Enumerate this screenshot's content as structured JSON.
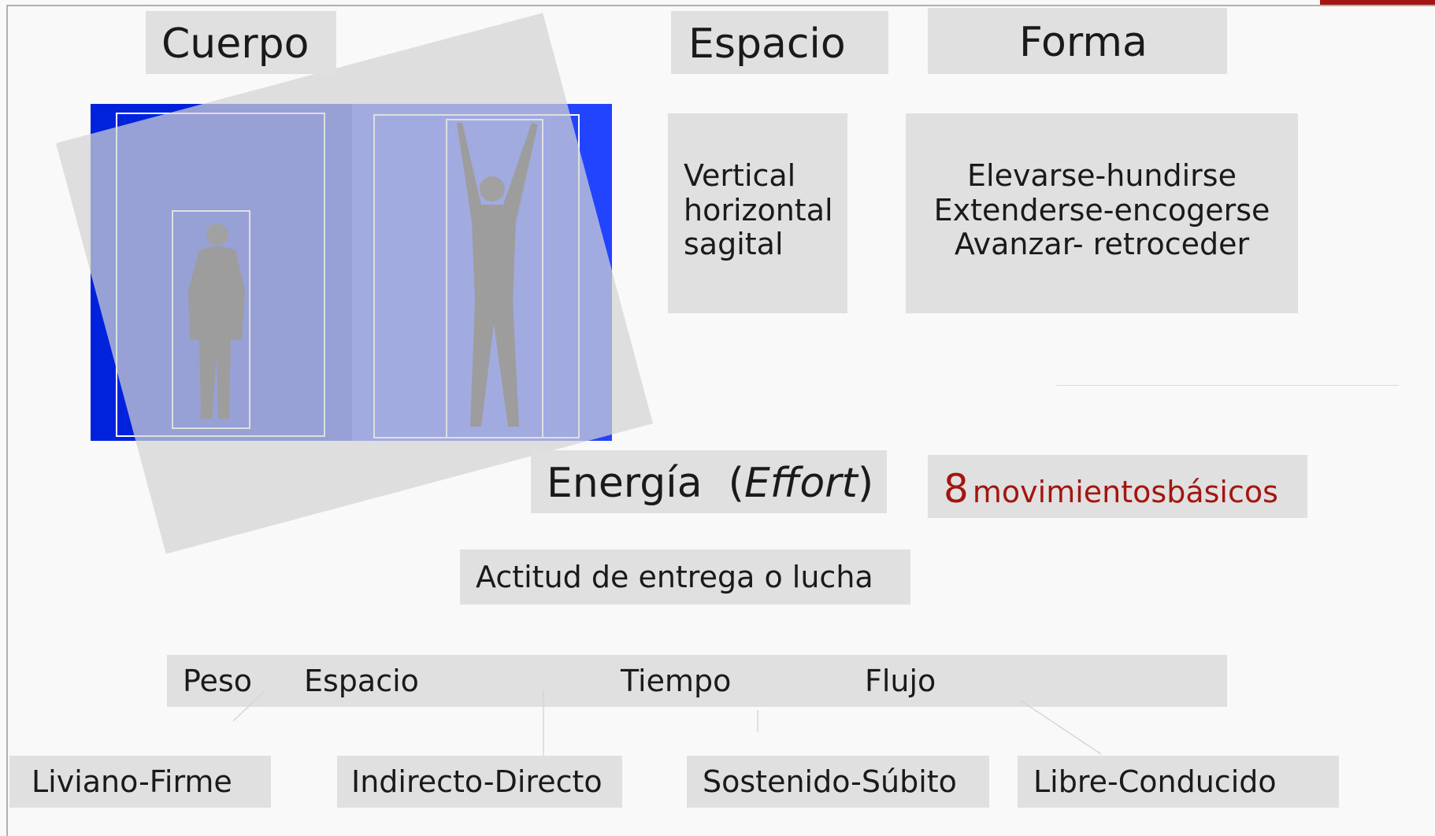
{
  "colors": {
    "accent": "#a3150f",
    "box_bg": "#e0e0e0",
    "photo_blue": "#2244ff"
  },
  "headings": {
    "cuerpo": "Cuerpo",
    "espacio": "Espacio",
    "forma": "Forma"
  },
  "espacio_box": {
    "lines": [
      "Vertical",
      "horizontal",
      "sagital"
    ]
  },
  "forma_box": {
    "lines": [
      "Elevarse-hundirse",
      "Extenderse-encogerse",
      "Avanzar- retroceder"
    ]
  },
  "energia": {
    "label": "Energía",
    "effort": "Effort",
    "open_paren": "(",
    "close_paren": ")"
  },
  "movimientos": {
    "number": "8",
    "text": "movimientosbásicos"
  },
  "actitud": "Actitud de entrega o lucha",
  "factors": {
    "peso": "Peso",
    "espacio": "Espacio",
    "tiempo": "Tiempo",
    "flujo": "Flujo"
  },
  "qualities": {
    "liviano": "Liviano-Firme",
    "indirecto": "Indirecto-Directo",
    "sostenido": "Sostenido-Súbito",
    "libre": "Libre-Conducido"
  },
  "photo": {
    "icon": "dancer-silhouettes-image"
  }
}
